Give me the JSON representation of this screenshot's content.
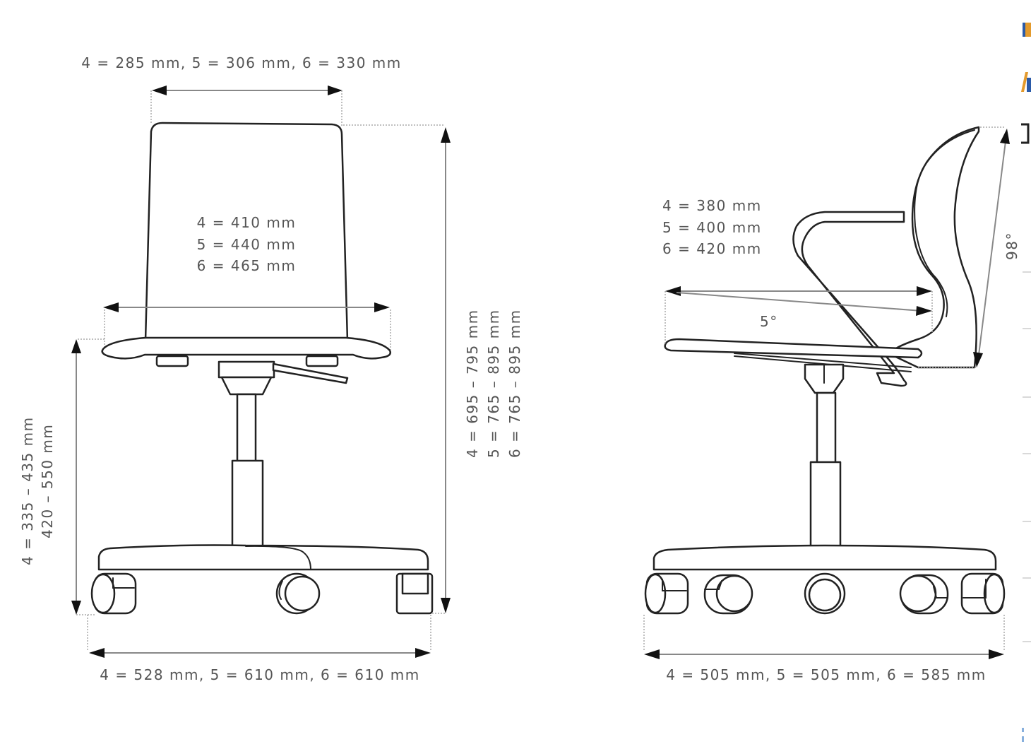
{
  "front_view": {
    "backrest_width": "4 = 285 mm, 5 = 306 mm, 6 = 330 mm",
    "seat_width": [
      "4 = 410 mm",
      "5 = 440 mm",
      "6 = 465 mm"
    ],
    "seat_height": [
      "4 = 335  –  435 mm",
      "420  –  550 mm"
    ],
    "overall_height": [
      "4 = 695  –  795 mm",
      "5 = 765  –  895 mm",
      "6 = 765  –  895 mm"
    ],
    "base_width": "4 = 528 mm, 5 = 610 mm, 6 = 610 mm"
  },
  "side_view": {
    "seat_depth": [
      "4 = 380 mm",
      "5 = 400 mm",
      "6 = 420 mm"
    ],
    "seat_tilt": "5°",
    "backrest_angle": "98°",
    "base_depth": "4 = 505 mm, 5 = 505 mm, 6 = 585 mm"
  },
  "colors": {
    "line": "#222222",
    "dimension_line": "#888888",
    "label_text": "#555555",
    "edge_blue": "#2a5aa8",
    "edge_orange": "#e39a2c"
  }
}
